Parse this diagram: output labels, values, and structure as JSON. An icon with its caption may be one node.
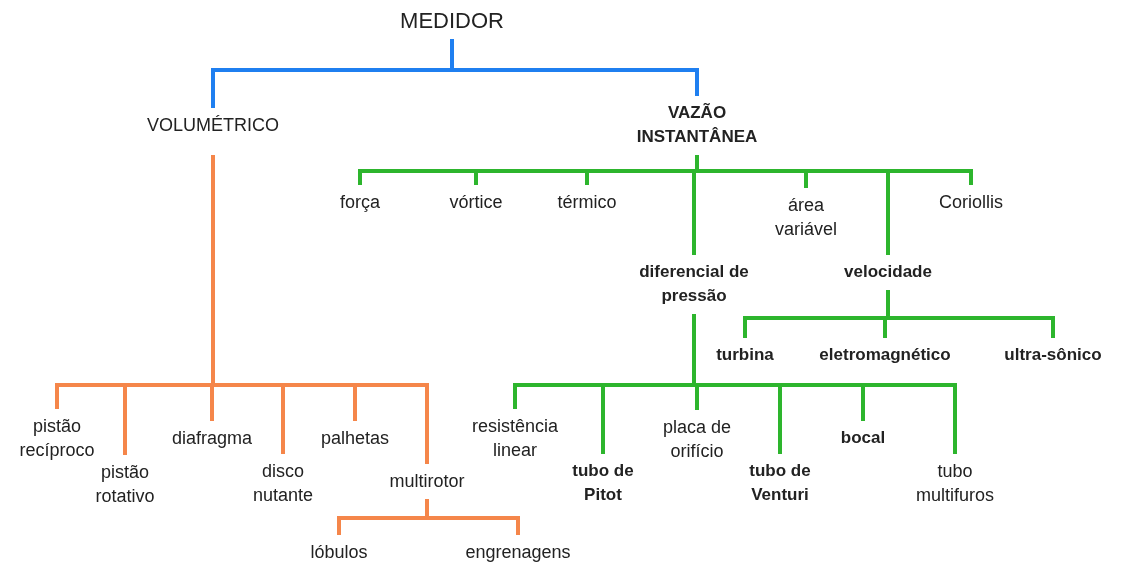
{
  "diagram": {
    "nodes": [
      {
        "text": [
          "MEDIDOR"
        ]
      },
      {
        "text": [
          "VOLUMÉTRICO"
        ]
      },
      {
        "text": [
          "VAZÃO INSTANTÂNEA"
        ]
      },
      {
        "text": [
          "força"
        ]
      },
      {
        "text": [
          "vórtice"
        ]
      },
      {
        "text": [
          "térmico"
        ]
      },
      {
        "text": [
          "área variável"
        ]
      },
      {
        "text": [
          "Coriollis"
        ]
      },
      {
        "text": [
          "diferencial de pressão"
        ]
      },
      {
        "text": [
          "velocidade"
        ]
      },
      {
        "text": [
          "turbina"
        ]
      },
      {
        "text": [
          "eletromagnético"
        ]
      },
      {
        "text": [
          "ultra-sônico"
        ]
      },
      {
        "text": [
          "resistência linear"
        ]
      },
      {
        "text": [
          "tubo de Pitot"
        ]
      },
      {
        "text": [
          "placa de orifício"
        ]
      },
      {
        "text": [
          "tubo de Venturi"
        ]
      },
      {
        "text": [
          "bocal"
        ]
      },
      {
        "text": [
          "tubo multifuros"
        ]
      },
      {
        "text": [
          "pistão recíproco"
        ]
      },
      {
        "text": [
          "pistão rotativo"
        ]
      },
      {
        "text": [
          "diafragma"
        ]
      },
      {
        "text": [
          "disco nutante"
        ]
      },
      {
        "text": [
          "palhetas"
        ]
      },
      {
        "text": [
          "multirotor"
        ]
      },
      {
        "text": [
          "lóbulos"
        ]
      },
      {
        "text": [
          "engrenagens"
        ]
      }
    ],
    "edges": [
      {
        "from": 0,
        "to": 1,
        "arrow": "none",
        "color": "#1f7ff0"
      },
      {
        "from": 0,
        "to": 2,
        "arrow": "none",
        "color": "#1f7ff0"
      },
      {
        "from": 2,
        "to": 3,
        "arrow": "none"
      },
      {
        "from": 2,
        "to": 4,
        "arrow": "none"
      },
      {
        "from": 2,
        "to": 5,
        "arrow": "none"
      },
      {
        "from": 2,
        "to": 8,
        "arrow": "none"
      },
      {
        "from": 2,
        "to": 6,
        "arrow": "none"
      },
      {
        "from": 2,
        "to": 9,
        "arrow": "none"
      },
      {
        "from": 2,
        "to": 7,
        "arrow": "none"
      },
      {
        "from": 9,
        "to": 10,
        "arrow": "none"
      },
      {
        "from": 9,
        "to": 11,
        "arrow": "none"
      },
      {
        "from": 9,
        "to": 12,
        "arrow": "none"
      },
      {
        "from": 8,
        "to": 13,
        "arrow": "none"
      },
      {
        "from": 8,
        "to": 14,
        "arrow": "none"
      },
      {
        "from": 8,
        "to": 15,
        "arrow": "none"
      },
      {
        "from": 8,
        "to": 16,
        "arrow": "none"
      },
      {
        "from": 8,
        "to": 17,
        "arrow": "none"
      },
      {
        "from": 8,
        "to": 18,
        "arrow": "none"
      },
      {
        "from": 1,
        "to": 19,
        "arrow": "none",
        "color": "#f5864a"
      },
      {
        "from": 1,
        "to": 20,
        "arrow": "none",
        "color": "#f5864a"
      },
      {
        "from": 1,
        "to": 21,
        "arrow": "none",
        "color": "#f5864a"
      },
      {
        "from": 1,
        "to": 22,
        "arrow": "none",
        "color": "#f5864a"
      },
      {
        "from": 1,
        "to": 23,
        "arrow": "none",
        "color": "#f5864a"
      },
      {
        "from": 1,
        "to": 24,
        "arrow": "none",
        "color": "#f5864a"
      },
      {
        "from": 24,
        "to": 25,
        "arrow": "none",
        "color": "#f5864a"
      },
      {
        "from": 24,
        "to": 26,
        "arrow": "none",
        "color": "#f5864a"
      }
    ]
  }
}
